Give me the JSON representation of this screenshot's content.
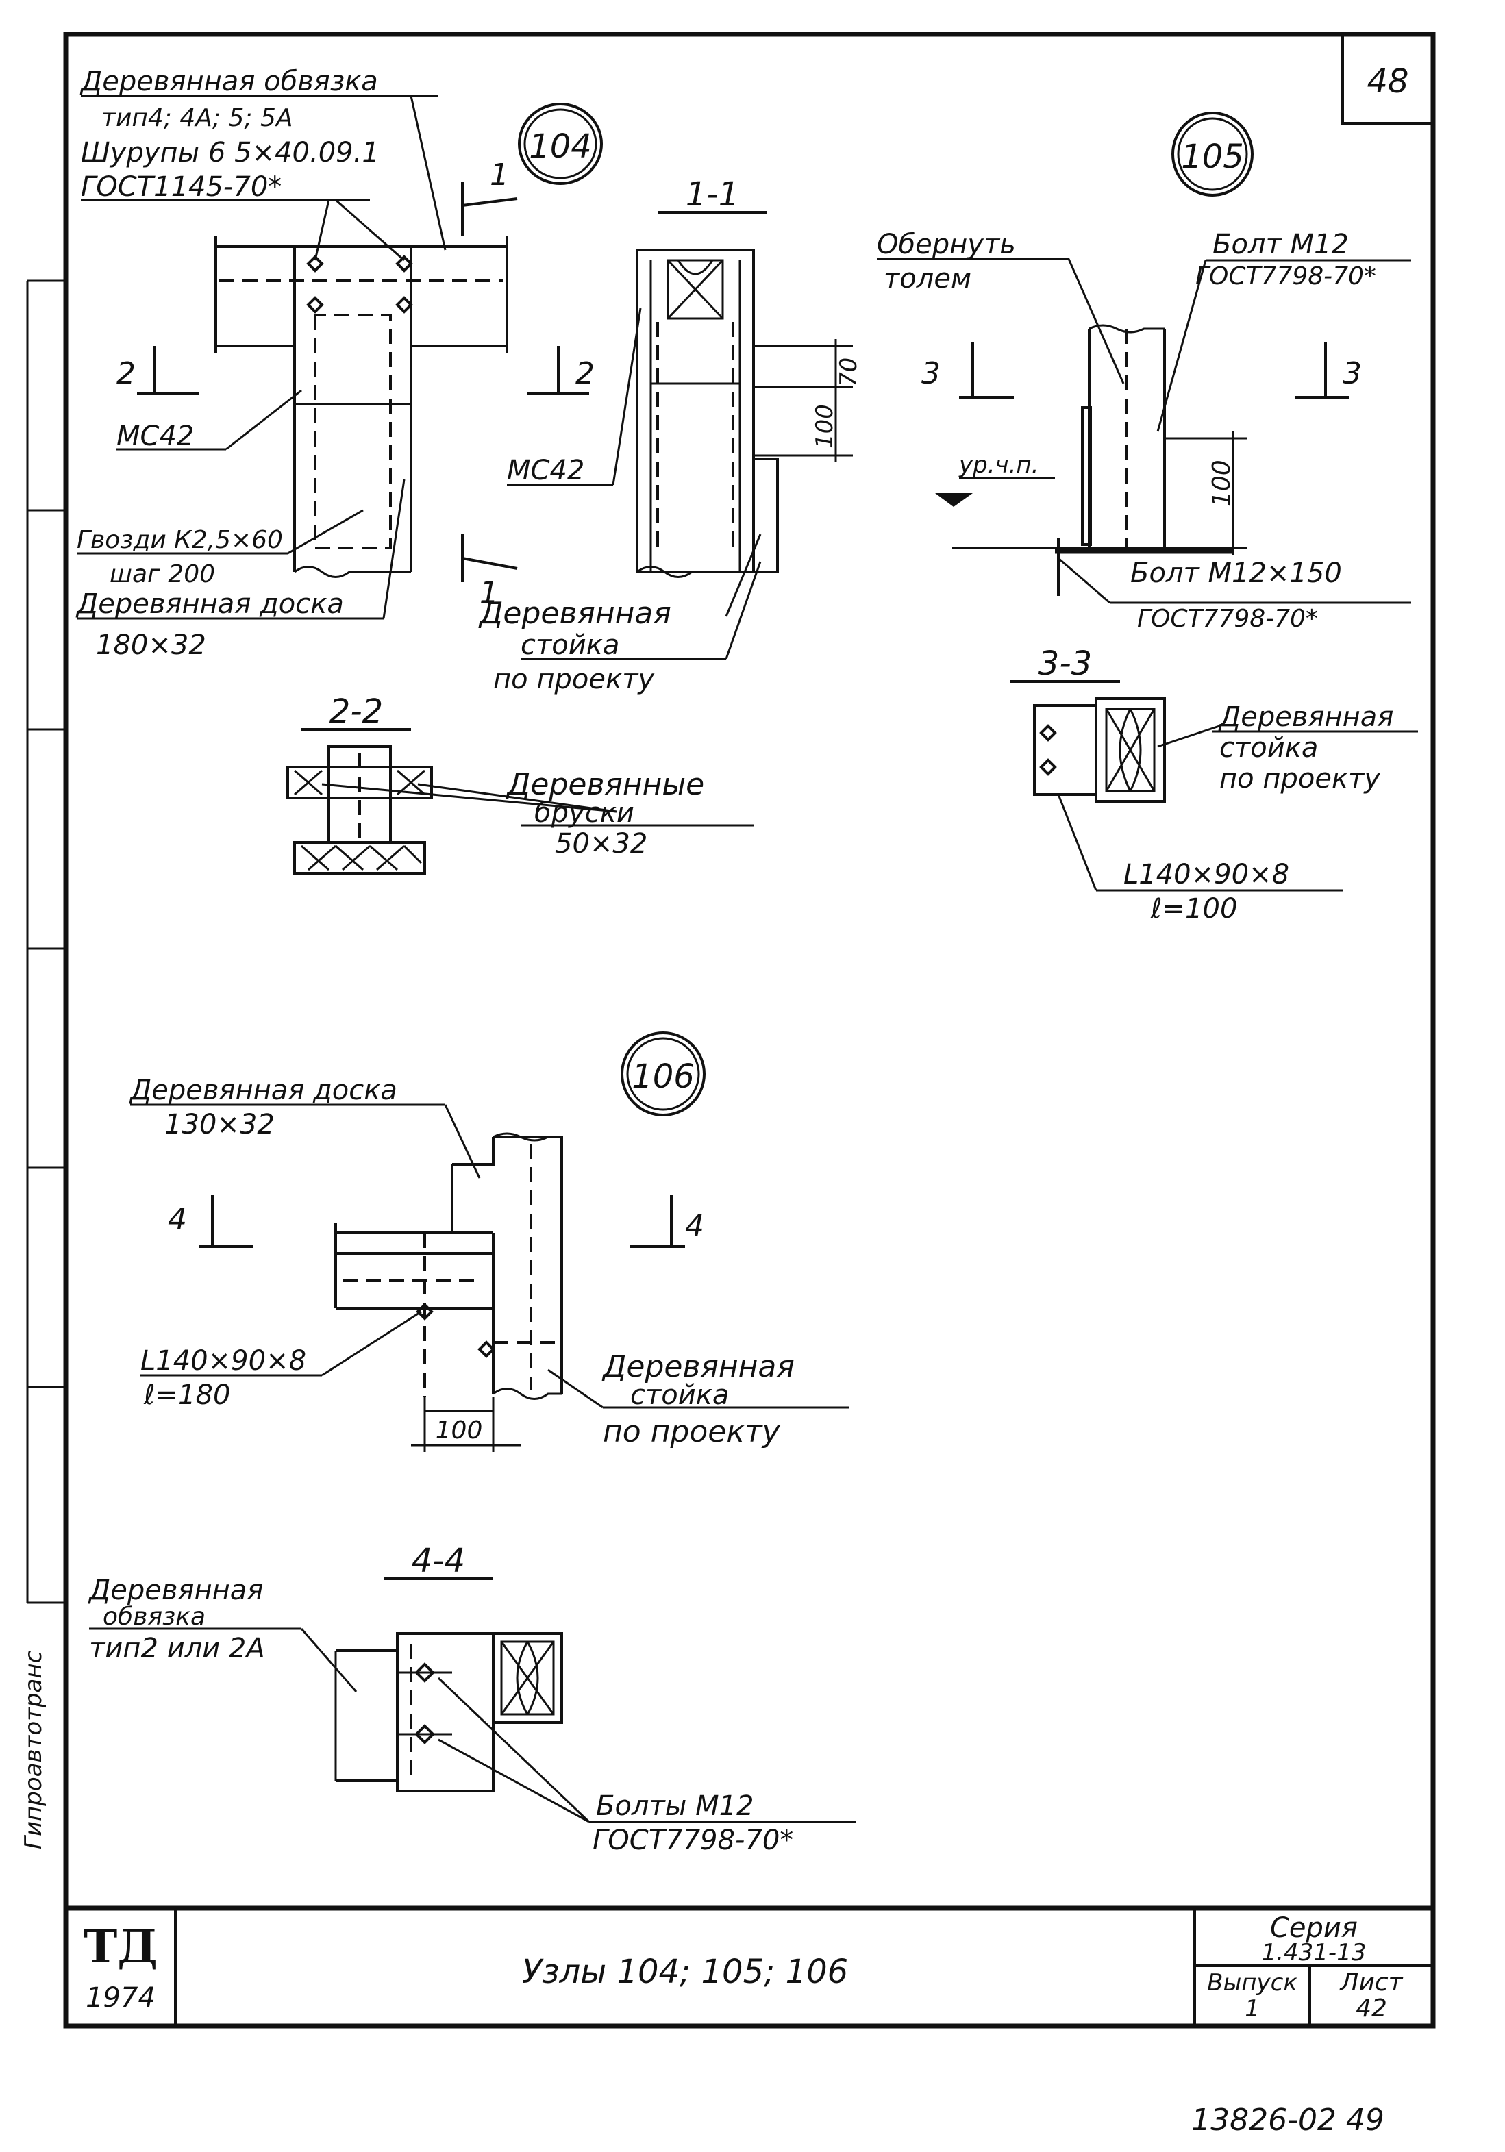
{
  "sheet": {
    "page_number": "48",
    "footer_number": "13826-02  49",
    "side_stamp": "Гипроавтотранс"
  },
  "node104": {
    "title": "104",
    "l1": "Деревянная обвязка",
    "l2": "тип4; 4А; 5; 5А",
    "l3": "Шурупы 6 5×40.09.1",
    "l4": "ГОСТ1145-70*",
    "cut1": "1",
    "cut2": "2",
    "mc": "МС42",
    "nails1": "Гвозди К2,5×60",
    "nails2": "шаг 200",
    "board1": "Деревянная доска",
    "board2": "180×32"
  },
  "section11": {
    "title": "1-1",
    "mc": "МС42",
    "dim1": "70",
    "dim2": "100",
    "post1": "Деревянная",
    "post2": "стойка",
    "post3": "по проекту"
  },
  "section22": {
    "title": "2-2",
    "bars1": "Деревянные",
    "bars2": "бруски",
    "bars3": "50×32"
  },
  "node105": {
    "title": "105",
    "wrap1": "Обернуть",
    "wrap2": "толем",
    "bolt1": "Болт М12",
    "bolt2": "ГОСТ7798-70*",
    "cut3": "3",
    "level": "ур.ч.п.",
    "dim": "100",
    "bolt3": "Болт М12×150",
    "bolt4": "ГОСТ7798-70*"
  },
  "section33": {
    "title": "3-3",
    "post1": "Деревянная",
    "post2": "стойка",
    "post3": "по проекту",
    "angle": "L140×90×8",
    "len": "ℓ=100"
  },
  "node106": {
    "title": "106",
    "board1": "Деревянная доска",
    "board2": "130×32",
    "cut4": "4",
    "angle": "L140×90×8",
    "len": "ℓ=180",
    "dim": "100",
    "post1": "Деревянная",
    "post2": "стойка",
    "post3": "по проекту"
  },
  "section44": {
    "title": "4-4",
    "frame1": "Деревянная",
    "frame2": "обвязка",
    "frame3": "тип2 или 2А",
    "bolts1": "Болты М12",
    "bolts2": "ГОСТ7798-70*"
  },
  "titleblock": {
    "logo": "ТД",
    "year": "1974",
    "title": "Узлы 104; 105; 106",
    "series_label": "Серия",
    "series_value": "1.431-13",
    "issue_label": "Выпуск",
    "issue_value": "1",
    "sheet_label": "Лист",
    "sheet_value": "42"
  }
}
